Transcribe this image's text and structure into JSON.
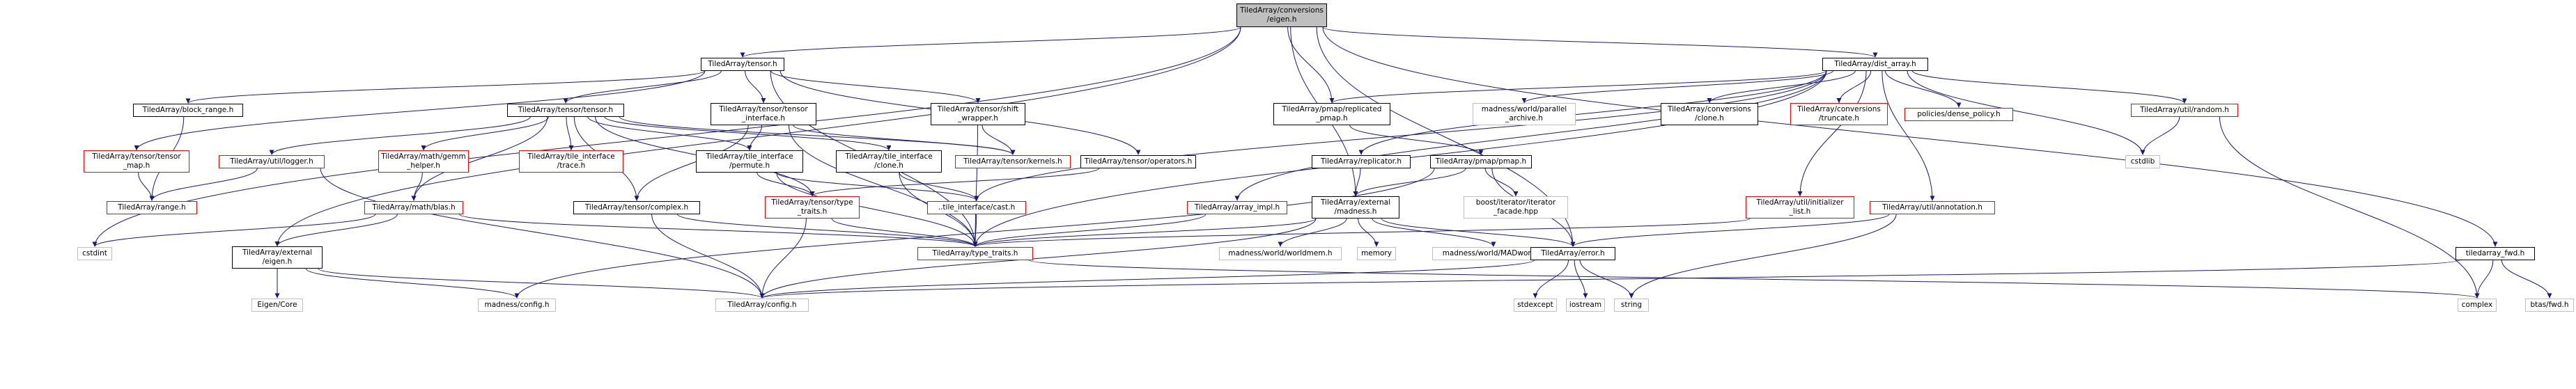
{
  "colors": {
    "edge": "#191970",
    "red_border": "#ff0000",
    "gray_border": "#bfbfbf",
    "root_fill": "#bfbfbf"
  },
  "nodes": [
    {
      "id": "root",
      "label": "TiledArray/conversions\n/eigen.h",
      "style": "root"
    },
    {
      "id": "tensor",
      "label": "TiledArray/tensor.h",
      "style": "black"
    },
    {
      "id": "dist_array",
      "label": "TiledArray/dist_array.h",
      "style": "black"
    },
    {
      "id": "block_range",
      "label": "TiledArray/block_range.h",
      "style": "black"
    },
    {
      "id": "tensor_tensor",
      "label": "TiledArray/tensor/tensor.h",
      "style": "black"
    },
    {
      "id": "tensor_interface",
      "label": "TiledArray/tensor/tensor\n_interface.h",
      "style": "black"
    },
    {
      "id": "shift_wrapper",
      "label": "TiledArray/tensor/shift\n_wrapper.h",
      "style": "black"
    },
    {
      "id": "pmap_replicated",
      "label": "TiledArray/pmap/replicated\n_pmap.h",
      "style": "black"
    },
    {
      "id": "parallel_archive",
      "label": "madness/world/parallel\n_archive.h",
      "style": "gray"
    },
    {
      "id": "conv_clone",
      "label": "TiledArray/conversions\n/clone.h",
      "style": "black"
    },
    {
      "id": "conv_truncate",
      "label": "TiledArray/conversions\n/truncate.h",
      "style": "red"
    },
    {
      "id": "dense_policy",
      "label": "policies/dense_policy.h",
      "style": "red"
    },
    {
      "id": "util_random",
      "label": "TiledArray/util/random.h",
      "style": "red"
    },
    {
      "id": "tensor_map",
      "label": "TiledArray/tensor/tensor\n_map.h",
      "style": "red"
    },
    {
      "id": "util_logger",
      "label": "TiledArray/util/logger.h",
      "style": "red"
    },
    {
      "id": "math_gemm",
      "label": "TiledArray/math/gemm\n_helper.h",
      "style": "red"
    },
    {
      "id": "ti_trace",
      "label": "TiledArray/tile_interface\n/trace.h",
      "style": "red"
    },
    {
      "id": "ti_permute",
      "label": "TiledArray/tile_interface\n/permute.h",
      "style": "black"
    },
    {
      "id": "ti_clone",
      "label": "TiledArray/tile_interface\n/clone.h",
      "style": "black"
    },
    {
      "id": "tensor_kernels",
      "label": "TiledArray/tensor/kernels.h",
      "style": "red"
    },
    {
      "id": "tensor_operators",
      "label": "TiledArray/tensor/operators.h",
      "style": "black"
    },
    {
      "id": "replicator",
      "label": "TiledArray/replicator.h",
      "style": "black"
    },
    {
      "id": "pmap",
      "label": "TiledArray/pmap/pmap.h",
      "style": "black"
    },
    {
      "id": "cstdlib",
      "label": "cstdlib",
      "style": "gray"
    },
    {
      "id": "range",
      "label": "TiledArray/range.h",
      "style": "red"
    },
    {
      "id": "math_blas",
      "label": "TiledArray/math/blas.h",
      "style": "red"
    },
    {
      "id": "tensor_complex",
      "label": "TiledArray/tensor/complex.h",
      "style": "black"
    },
    {
      "id": "tensor_type_traits",
      "label": "TiledArray/tensor/type\n_traits.h",
      "style": "red"
    },
    {
      "id": "ti_cast",
      "label": "..tile_interface/cast.h",
      "style": "red"
    },
    {
      "id": "external_madness",
      "label": "TiledArray/external\n/madness.h",
      "style": "black"
    },
    {
      "id": "iterator_facade",
      "label": "boost/iterator/iterator\n_facade.hpp",
      "style": "gray"
    },
    {
      "id": "array_impl",
      "label": "TiledArray/array_impl.h",
      "style": "red"
    },
    {
      "id": "util_init_list",
      "label": "TiledArray/util/initializer\n_list.h",
      "style": "red"
    },
    {
      "id": "util_annotation",
      "label": "TiledArray/util/annotation.h",
      "style": "red"
    },
    {
      "id": "cstdint",
      "label": "cstdint",
      "style": "gray"
    },
    {
      "id": "external_eigen",
      "label": "TiledArray/external\n/eigen.h",
      "style": "black"
    },
    {
      "id": "type_traits",
      "label": "TiledArray/type_traits.h",
      "style": "red"
    },
    {
      "id": "worldmem",
      "label": "madness/world/worldmem.h",
      "style": "gray"
    },
    {
      "id": "memory",
      "label": "memory",
      "style": "gray"
    },
    {
      "id": "madworld",
      "label": "madness/world/MADworld.h",
      "style": "gray"
    },
    {
      "id": "error",
      "label": "TiledArray/error.h",
      "style": "black"
    },
    {
      "id": "tiledarray_fwd",
      "label": "tiledarray_fwd.h",
      "style": "black"
    },
    {
      "id": "eigen_core",
      "label": "Eigen/Core",
      "style": "gray"
    },
    {
      "id": "madness_config",
      "label": "madness/config.h",
      "style": "gray"
    },
    {
      "id": "config",
      "label": "TiledArray/config.h",
      "style": "gray"
    },
    {
      "id": "stdexcept",
      "label": "stdexcept",
      "style": "gray"
    },
    {
      "id": "iostream",
      "label": "iostream",
      "style": "gray"
    },
    {
      "id": "string",
      "label": "string",
      "style": "gray"
    },
    {
      "id": "complex",
      "label": "complex",
      "style": "gray"
    },
    {
      "id": "btas_fwd",
      "label": "btas/fwd.h",
      "style": "gray"
    }
  ],
  "edges": [
    [
      "root",
      "tensor"
    ],
    [
      "root",
      "dist_array"
    ],
    [
      "root",
      "pmap_replicated"
    ],
    [
      "root",
      "external_madness"
    ],
    [
      "root",
      "error"
    ],
    [
      "root",
      "cstdint"
    ],
    [
      "root",
      "external_eigen"
    ],
    [
      "root",
      "tiledarray_fwd"
    ],
    [
      "tensor",
      "block_range"
    ],
    [
      "tensor",
      "tensor_tensor"
    ],
    [
      "tensor",
      "tensor_interface"
    ],
    [
      "tensor",
      "shift_wrapper"
    ],
    [
      "tensor",
      "tensor_map"
    ],
    [
      "tensor",
      "tensor_operators"
    ],
    [
      "tensor",
      "type_traits"
    ],
    [
      "block_range",
      "range"
    ],
    [
      "tensor_map",
      "range"
    ],
    [
      "tensor_tensor",
      "util_logger"
    ],
    [
      "tensor_tensor",
      "math_gemm"
    ],
    [
      "tensor_tensor",
      "ti_trace"
    ],
    [
      "tensor_tensor",
      "ti_permute"
    ],
    [
      "tensor_tensor",
      "ti_clone"
    ],
    [
      "tensor_tensor",
      "tensor_kernels"
    ],
    [
      "tensor_tensor",
      "math_blas"
    ],
    [
      "tensor_tensor",
      "tensor_complex"
    ],
    [
      "tensor_tensor",
      "tensor_type_traits"
    ],
    [
      "util_logger",
      "range"
    ],
    [
      "util_logger",
      "config"
    ],
    [
      "math_gemm",
      "math_blas"
    ],
    [
      "math_blas",
      "cstdint"
    ],
    [
      "math_blas",
      "external_eigen"
    ],
    [
      "math_blas",
      "type_traits"
    ],
    [
      "tensor_interface",
      "ti_permute"
    ],
    [
      "tensor_interface",
      "tensor_kernels"
    ],
    [
      "tensor_interface",
      "tensor_complex"
    ],
    [
      "tensor_interface",
      "type_traits"
    ],
    [
      "shift_wrapper",
      "tensor_kernels"
    ],
    [
      "shift_wrapper",
      "type_traits"
    ],
    [
      "ti_permute",
      "tensor_type_traits"
    ],
    [
      "ti_permute",
      "ti_cast"
    ],
    [
      "ti_permute",
      "type_traits"
    ],
    [
      "ti_clone",
      "ti_cast"
    ],
    [
      "ti_clone",
      "type_traits"
    ],
    [
      "tensor_operators",
      "tensor_type_traits"
    ],
    [
      "tensor_complex",
      "type_traits"
    ],
    [
      "tensor_complex",
      "config"
    ],
    [
      "tensor_type_traits",
      "type_traits"
    ],
    [
      "tensor_type_traits",
      "config"
    ],
    [
      "ti_cast",
      "type_traits"
    ],
    [
      "external_eigen",
      "eigen_core"
    ],
    [
      "external_eigen",
      "madness_config"
    ],
    [
      "external_eigen",
      "config"
    ],
    [
      "dist_array",
      "pmap_replicated"
    ],
    [
      "dist_array",
      "parallel_archive"
    ],
    [
      "dist_array",
      "conv_clone"
    ],
    [
      "dist_array",
      "conv_truncate"
    ],
    [
      "dist_array",
      "dense_policy"
    ],
    [
      "dist_array",
      "util_random"
    ],
    [
      "dist_array",
      "replicator"
    ],
    [
      "dist_array",
      "cstdlib"
    ],
    [
      "dist_array",
      "array_impl"
    ],
    [
      "dist_array",
      "util_init_list"
    ],
    [
      "dist_array",
      "util_annotation"
    ],
    [
      "dist_array",
      "ti_cast"
    ],
    [
      "dist_array",
      "type_traits"
    ],
    [
      "util_random",
      "cstdlib"
    ],
    [
      "util_random",
      "complex"
    ],
    [
      "pmap_replicated",
      "pmap"
    ],
    [
      "replicator",
      "external_madness"
    ],
    [
      "pmap",
      "external_madness"
    ],
    [
      "pmap",
      "iterator_facade"
    ],
    [
      "pmap",
      "error"
    ],
    [
      "pmap",
      "madness_config"
    ],
    [
      "external_madness",
      "type_traits"
    ],
    [
      "external_madness",
      "worldmem"
    ],
    [
      "external_madness",
      "memory"
    ],
    [
      "external_madness",
      "madworld"
    ],
    [
      "external_madness",
      "error"
    ],
    [
      "external_madness",
      "config"
    ],
    [
      "array_impl",
      "type_traits"
    ],
    [
      "util_init_list",
      "type_traits"
    ],
    [
      "util_annotation",
      "error"
    ],
    [
      "util_annotation",
      "string"
    ],
    [
      "error",
      "stdexcept"
    ],
    [
      "error",
      "iostream"
    ],
    [
      "error",
      "string"
    ],
    [
      "error",
      "config"
    ],
    [
      "type_traits",
      "complex"
    ],
    [
      "tiledarray_fwd",
      "complex"
    ],
    [
      "tiledarray_fwd",
      "btas_fwd"
    ],
    [
      "tiledarray_fwd",
      "config"
    ]
  ]
}
